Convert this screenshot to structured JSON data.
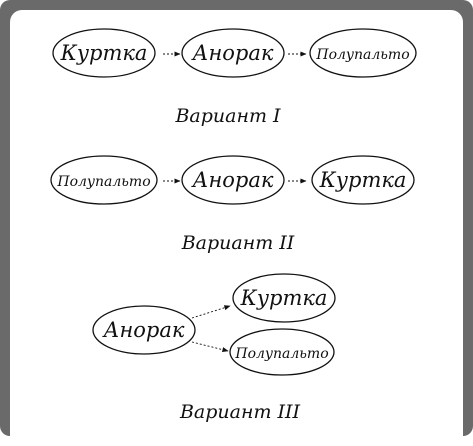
{
  "variants": [
    {
      "caption": "Вариант I",
      "nodes": [
        "Куртка",
        "Анорак",
        "Полупальто"
      ]
    },
    {
      "caption": "Вариант II",
      "nodes": [
        "Полупальто",
        "Анорак",
        "Куртка"
      ]
    },
    {
      "caption": "Вариант III",
      "nodes": [
        "Анорак",
        "Куртка",
        "Полупальто"
      ]
    }
  ],
  "colors": {
    "frame": "#6a6a6a",
    "background": "#ffffff",
    "ink": "#111111"
  }
}
